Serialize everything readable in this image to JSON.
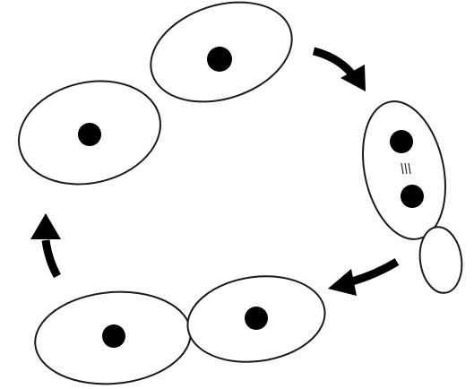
{
  "diagram": {
    "type": "cell-cycle",
    "colors": {
      "background": "#ffffff",
      "outline": "#1a1a1a",
      "nucleus": "#000000",
      "arrow": "#000000"
    },
    "stages": [
      {
        "name": "two-cells-top-left",
        "cells": 2
      },
      {
        "name": "dividing-cell-right",
        "cells": 2
      },
      {
        "name": "two-cells-bottom",
        "cells": 2
      }
    ],
    "arrows": 3
  }
}
